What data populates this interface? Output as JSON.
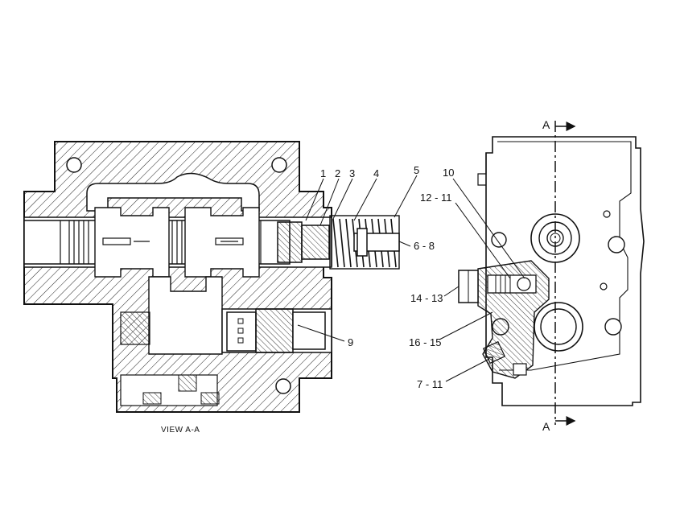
{
  "callouts": {
    "c1": "1",
    "c2": "2",
    "c3": "3",
    "c4": "4",
    "c5": "5",
    "c6_8": "6 - 8",
    "c9": "9",
    "c10": "10",
    "c12_11": "12 - 11",
    "c14_13": "14 - 13",
    "c16_15": "16 - 15",
    "c7_11": "7 - 11"
  },
  "view_caption": "VIEW  A-A",
  "section_marker_top": "A",
  "section_marker_bottom": "A"
}
